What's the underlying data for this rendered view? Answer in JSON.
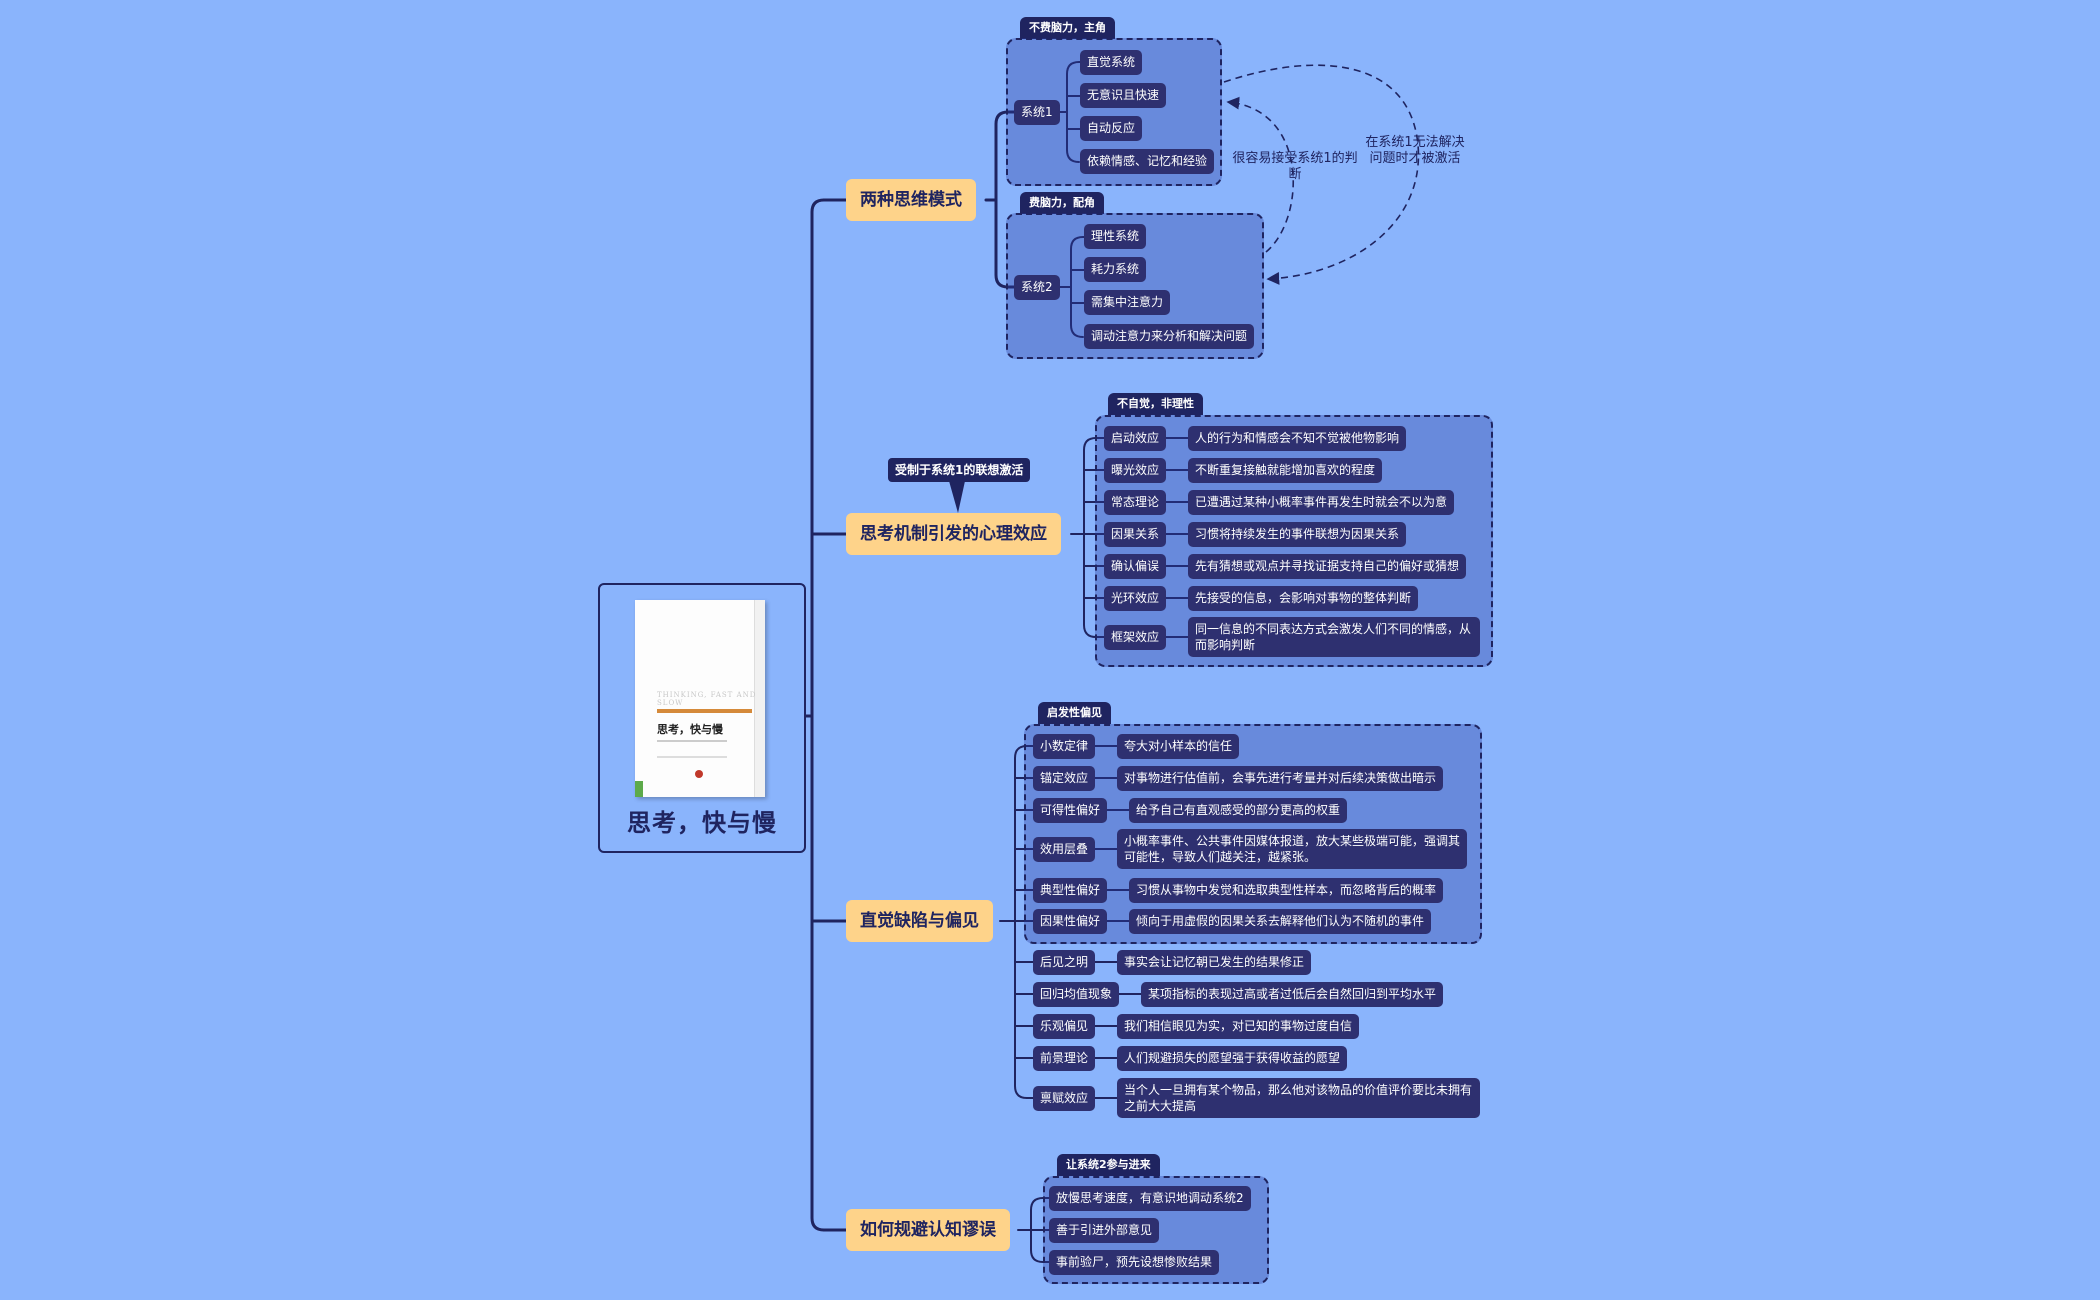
{
  "root": {
    "title": "思考，快与慢",
    "book_cover_title": "思考，快与慢",
    "book_cover_english": "THINKING, FAST AND SLOW"
  },
  "branches": {
    "b1": {
      "title": "两种思维模式",
      "system1": {
        "label": "系统1",
        "summary": "不费脑力，主角",
        "items": [
          "直觉系统",
          "无意识且快速",
          "自动反应",
          "依赖情感、记忆和经验"
        ]
      },
      "system2": {
        "label": "系统2",
        "summary": "费脑力，配角",
        "items": [
          "理性系统",
          "耗力系统",
          "需集中注意力",
          "调动注意力来分析和解决问题"
        ]
      },
      "relations": {
        "accept": "很容易接受系统1的判断",
        "activate": "在系统1无法解决\n问题时才被激活"
      }
    },
    "b2": {
      "title": "思考机制引发的心理效应",
      "callout": "受制于系统1的联想激活",
      "summary": "不自觉，非理性",
      "items": [
        {
          "name": "启动效应",
          "desc": "人的行为和情感会不知不觉被他物影响"
        },
        {
          "name": "曝光效应",
          "desc": "不断重复接触就能增加喜欢的程度"
        },
        {
          "name": "常态理论",
          "desc": "已遭遇过某种小概率事件再发生时就会不以为意"
        },
        {
          "name": "因果关系",
          "desc": "习惯将持续发生的事件联想为因果关系"
        },
        {
          "name": "确认偏误",
          "desc": "先有猜想或观点并寻找证据支持自己的偏好或猜想"
        },
        {
          "name": "光环效应",
          "desc": "先接受的信息，会影响对事物的整体判断"
        },
        {
          "name": "框架效应",
          "desc": "同一信息的不同表达方式会激发人们不同的情感，从而影响判断"
        }
      ]
    },
    "b3": {
      "title": "直觉缺陷与偏见",
      "summary": "启发性偏见",
      "items": [
        {
          "name": "小数定律",
          "desc": "夸大对小样本的信任"
        },
        {
          "name": "锚定效应",
          "desc": "对事物进行估值前，会事先进行考量并对后续决策做出暗示"
        },
        {
          "name": "可得性偏好",
          "desc": "给予自己有直观感受的部分更高的权重"
        },
        {
          "name": "效用层叠",
          "desc": "小概率事件、公共事件因媒体报道，放大某些极端可能，强调其可能性，导致人们越关注，越紧张。"
        },
        {
          "name": "典型性偏好",
          "desc": "习惯从事物中发觉和选取典型性样本，而忽略背后的概率"
        },
        {
          "name": "因果性偏好",
          "desc": "倾向于用虚假的因果关系去解释他们认为不随机的事件"
        },
        {
          "name": "后见之明",
          "desc": "事实会让记忆朝已发生的结果修正"
        },
        {
          "name": "回归均值现象",
          "desc": "某项指标的表现过高或者过低后会自然回归到平均水平"
        },
        {
          "name": "乐观偏见",
          "desc": "我们相信眼见为实，对已知的事物过度自信"
        },
        {
          "name": "前景理论",
          "desc": "人们规避损失的愿望强于获得收益的愿望"
        },
        {
          "name": "禀赋效应",
          "desc": "当个人一旦拥有某个物品，那么他对该物品的价值评价要比未拥有之前大大提高"
        }
      ]
    },
    "b4": {
      "title": "如何规避认知谬误",
      "summary": "让系统2参与进来",
      "items": [
        "放慢思考速度，有意识地调动系统2",
        "善于引进外部意见",
        "事前验尸，预先设想惨败结果"
      ]
    }
  },
  "colors": {
    "background": "#8ab4fc",
    "main_topic": "#fed38a",
    "node": "#2e3070",
    "line": "#1f2460"
  }
}
